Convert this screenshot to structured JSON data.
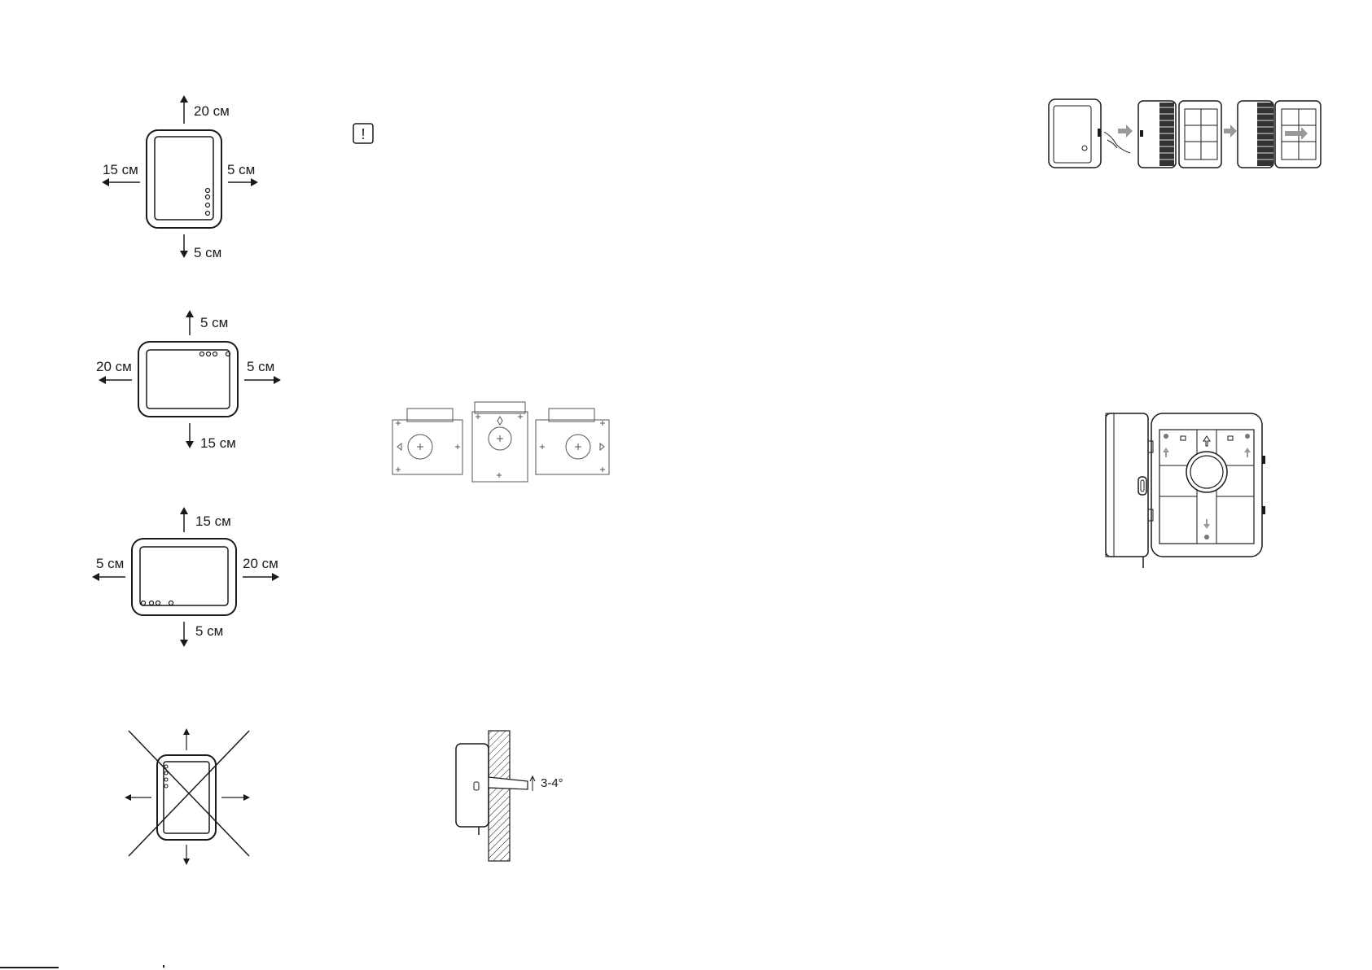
{
  "clearance_diagrams": [
    {
      "orientation": "portrait",
      "top": "20 см",
      "left": "15 см",
      "right": "5 см",
      "bottom": "5 см"
    },
    {
      "orientation": "landscape-ports-top",
      "top": "5 см",
      "left": "20 см",
      "right": "5 см",
      "bottom": "15 см"
    },
    {
      "orientation": "landscape-ports-bottom",
      "top": "15 см",
      "left": "5 см",
      "right": "20 см",
      "bottom": "5 см"
    }
  ],
  "warning": {
    "icon": "exclamation-icon",
    "glyph": "!"
  },
  "incorrect_mounting": {
    "icon": "cross-out-icon"
  },
  "tilt": {
    "angle_label": "3-4°"
  }
}
